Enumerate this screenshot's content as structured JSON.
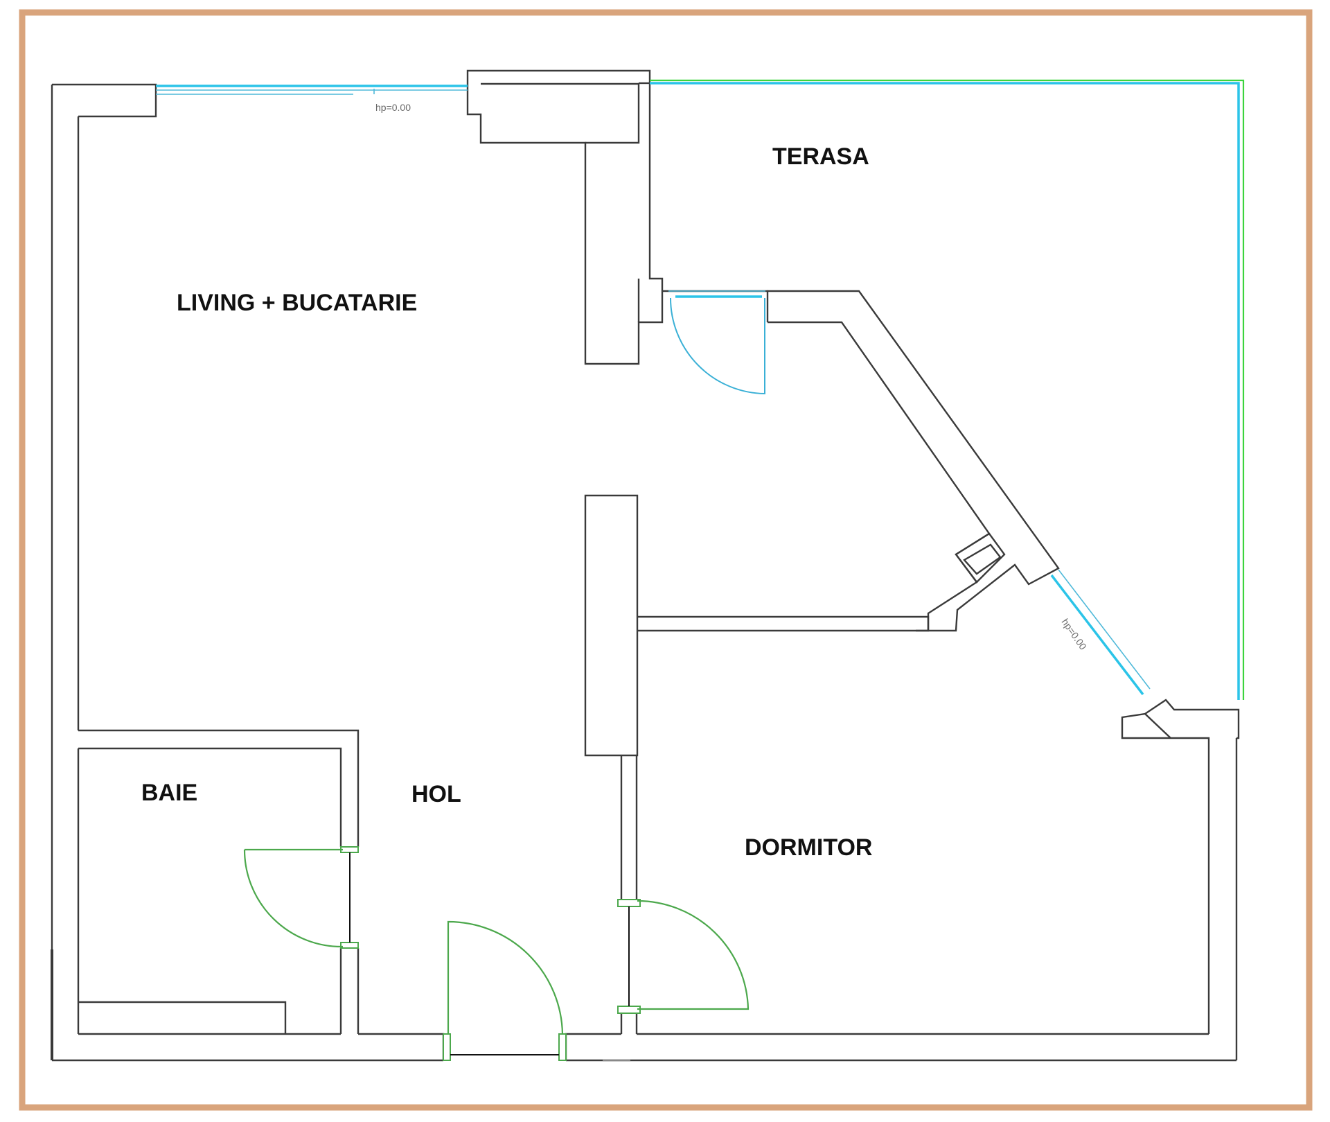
{
  "plan": {
    "rooms": [
      {
        "id": "living",
        "label": "LIVING + BUCATARIE"
      },
      {
        "id": "terasa",
        "label": "TERASA"
      },
      {
        "id": "baie",
        "label": "BAIE"
      },
      {
        "id": "hol",
        "label": "HOL"
      },
      {
        "id": "dormitor",
        "label": "DORMITOR"
      }
    ],
    "window_heights": [
      "hp=0.00",
      "hp=0.00"
    ]
  },
  "colors": {
    "frame": "#d9a47c",
    "wall": "#3a3a3a",
    "glass": "#2bc4e8",
    "terrace_rail": "#3cd43c",
    "door_swing": "#4ca84c"
  }
}
